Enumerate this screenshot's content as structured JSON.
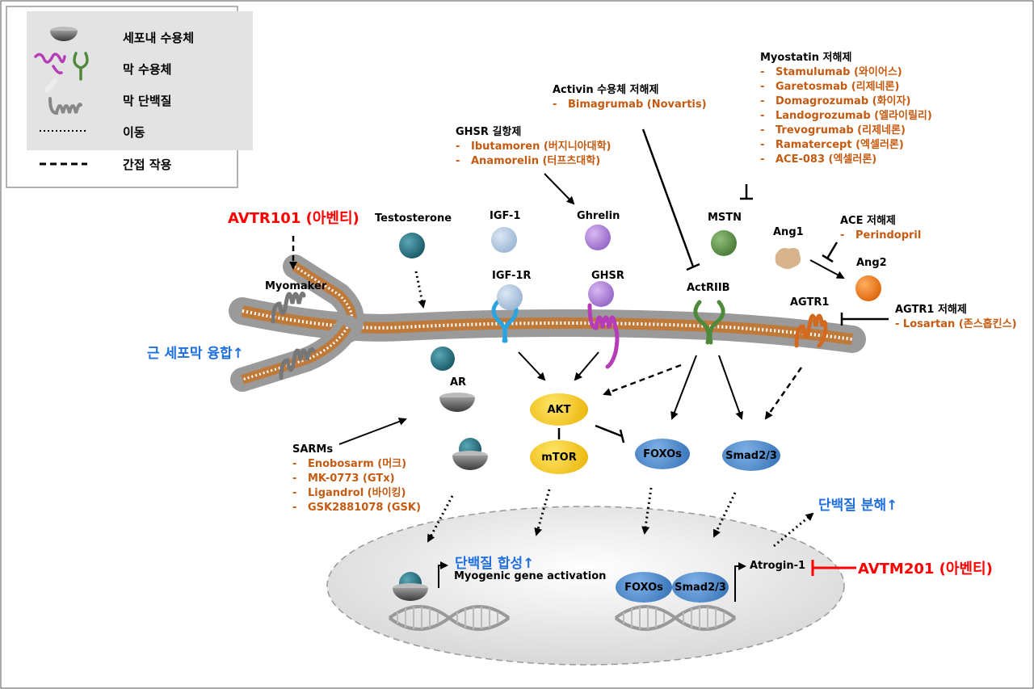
{
  "legend": {
    "items": [
      {
        "icon": "intracellular-receptor-icon",
        "label": "세포내 수용체"
      },
      {
        "icon": "membrane-receptor-icon",
        "label": "막 수용체"
      },
      {
        "icon": "membrane-protein-icon",
        "label": "막 단백질"
      },
      {
        "icon": "dotted-line-icon",
        "label": "이동"
      },
      {
        "icon": "dashed-line-icon",
        "label": "간접 작용"
      }
    ]
  },
  "labels": {
    "avtr101": "AVTR101 (아벤티)",
    "myomaker": "Myomaker",
    "membrane_fusion": "근 세포막 융합↑",
    "testosterone": "Testosterone",
    "igf1": "IGF-1",
    "igf1r": "IGF-1R",
    "ghrelin": "Ghrelin",
    "ghsr": "GHSR",
    "mstn": "MSTN",
    "actriib": "ActRIIB",
    "ang1": "Ang1",
    "ang2": "Ang2",
    "agtr1": "AGTR1",
    "ar": "AR",
    "akt": "AKT",
    "mtor": "mTOR",
    "foxos": "FOXOs",
    "smad": "Smad2/3",
    "protein_synthesis": "단백질 합성↑",
    "myogenic": "Myogenic gene activation",
    "protein_degradation": "단백질 분해↑",
    "atrogin": "Atrogin-1",
    "avtm201": "AVTM201 (아벤티)",
    "nuc_foxos": "FOXOs",
    "nuc_smad": "Smad2/3"
  },
  "ghsr_agonists": {
    "title": "GHSR 길항제",
    "items": [
      "Ibutamoren (버지니아대학)",
      "Anamorelin (터프츠대학)"
    ]
  },
  "activin_inhibitors": {
    "title": "Activin 수용체 저해제",
    "items": [
      "Bimagrumab (Novartis)"
    ]
  },
  "myostatin_inhibitors": {
    "title": "Myostatin 저해제",
    "items": [
      "Stamulumab (와이어스)",
      "Garetosmab (리제네론)",
      "Domagrozumab (화이자)",
      "Landogrozumab (엘라이릴리)",
      "Trevogrumab (리제네론)",
      "Ramatercept (엑셀러론)",
      "ACE-083 (엑셀러론)"
    ]
  },
  "ace_inhibitors": {
    "title": "ACE 저해제",
    "items": [
      "Perindopril"
    ]
  },
  "agtr1_inhibitors": {
    "title": "AGTR1 저해제",
    "items": [
      "Losartan (존스홉킨스)"
    ]
  },
  "sarms": {
    "title": "SARMs",
    "items": [
      "Enobosarm (머크)",
      "MK-0773 (GTx)",
      "Ligandrol (바이킹)",
      "GSK2881078 (GSK)"
    ]
  },
  "colors": {
    "orange_text": "#c55a11",
    "red_text": "#ff0000",
    "blue_text": "#1f6fe0",
    "teal_ball": "#2e7b8c",
    "ellipse_yellow": "#f5c400",
    "ellipse_blue": "#3b7fc4"
  }
}
